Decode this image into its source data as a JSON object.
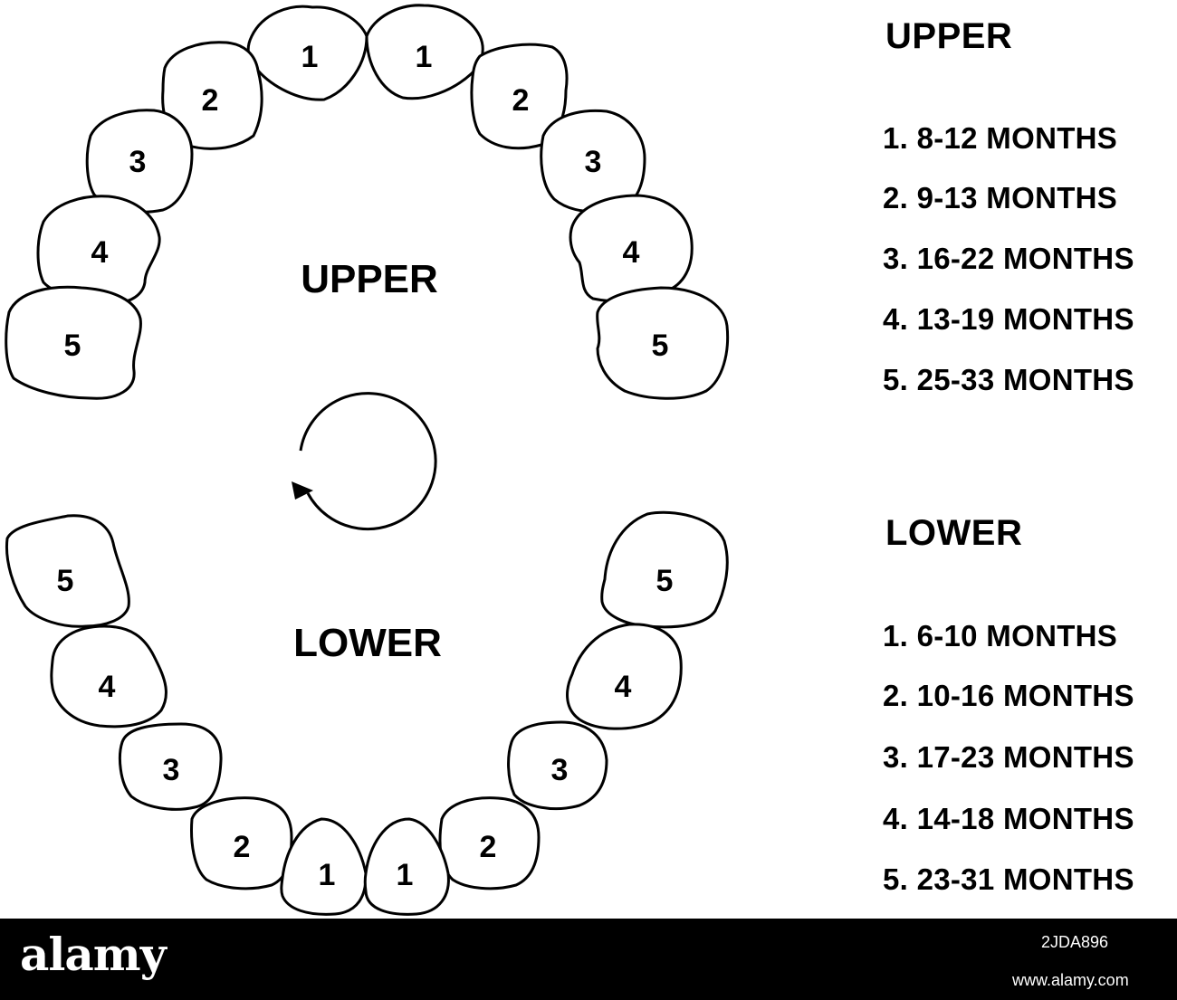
{
  "diagram": {
    "upper_label": "UPPER",
    "lower_label": "LOWER",
    "upper_teeth": [
      "1",
      "1",
      "2",
      "2",
      "3",
      "3",
      "4",
      "4",
      "5",
      "5"
    ],
    "lower_teeth": [
      "1",
      "1",
      "2",
      "2",
      "3",
      "3",
      "4",
      "4",
      "5",
      "5"
    ],
    "rotation_icon": "counterclockwise-arrow-circle"
  },
  "legend": {
    "upper": {
      "title": "UPPER",
      "items": [
        "1. 8-12 MONTHS",
        "2. 9-13 MONTHS",
        "3. 16-22 MONTHS",
        "4. 13-19 MONTHS",
        "5. 25-33 MONTHS"
      ]
    },
    "lower": {
      "title": "LOWER",
      "items": [
        "1. 6-10 MONTHS",
        "2. 10-16 MONTHS",
        "3. 17-23 MONTHS",
        "4. 14-18 MONTHS",
        "5. 23-31 MONTHS"
      ]
    }
  },
  "footer": {
    "brand": "alamy",
    "image_id": "2JDA896",
    "site": "www.alamy.com"
  }
}
